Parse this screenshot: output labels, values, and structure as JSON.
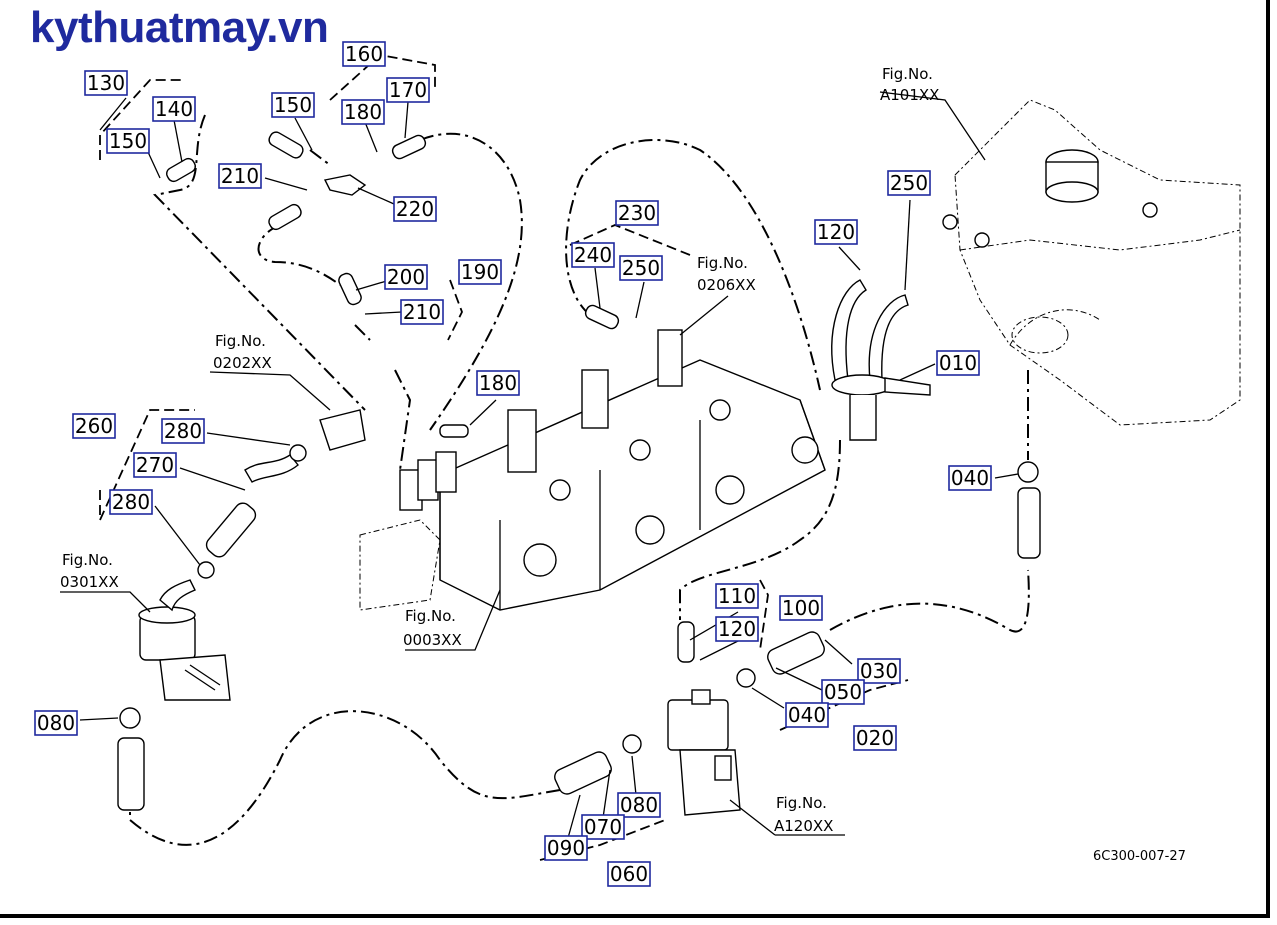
{
  "site": {
    "brand": "kythuatmay.vn"
  },
  "drawing_code": "6C300-007-27",
  "part_labels": [
    {
      "id": "130",
      "text": "130"
    },
    {
      "id": "140",
      "text": "140"
    },
    {
      "id": "150a",
      "text": "150"
    },
    {
      "id": "150b",
      "text": "150"
    },
    {
      "id": "160",
      "text": "160"
    },
    {
      "id": "170",
      "text": "170"
    },
    {
      "id": "180a",
      "text": "180"
    },
    {
      "id": "210a",
      "text": "210"
    },
    {
      "id": "220",
      "text": "220"
    },
    {
      "id": "200",
      "text": "200"
    },
    {
      "id": "190",
      "text": "190"
    },
    {
      "id": "210b",
      "text": "210"
    },
    {
      "id": "230",
      "text": "230"
    },
    {
      "id": "240",
      "text": "240"
    },
    {
      "id": "250a",
      "text": "250"
    },
    {
      "id": "180b",
      "text": "180"
    },
    {
      "id": "120a",
      "text": "120"
    },
    {
      "id": "250b",
      "text": "250"
    },
    {
      "id": "010",
      "text": "010"
    },
    {
      "id": "040a",
      "text": "040"
    },
    {
      "id": "260",
      "text": "260"
    },
    {
      "id": "280a",
      "text": "280"
    },
    {
      "id": "270",
      "text": "270"
    },
    {
      "id": "280b",
      "text": "280"
    },
    {
      "id": "110",
      "text": "110"
    },
    {
      "id": "100",
      "text": "100"
    },
    {
      "id": "120b",
      "text": "120"
    },
    {
      "id": "030",
      "text": "030"
    },
    {
      "id": "050",
      "text": "050"
    },
    {
      "id": "040b",
      "text": "040"
    },
    {
      "id": "020",
      "text": "020"
    },
    {
      "id": "080a",
      "text": "080"
    },
    {
      "id": "080b",
      "text": "080"
    },
    {
      "id": "070",
      "text": "070"
    },
    {
      "id": "090",
      "text": "090"
    },
    {
      "id": "060",
      "text": "060"
    }
  ],
  "figure_refs": [
    {
      "id": "a101",
      "prefix": "Fig.No.",
      "code": "A101XX"
    },
    {
      "id": "0206",
      "prefix": "Fig.No.",
      "code": "0206XX"
    },
    {
      "id": "0202",
      "prefix": "Fig.No.",
      "code": "0202XX"
    },
    {
      "id": "0301",
      "prefix": "Fig.No.",
      "code": "0301XX"
    },
    {
      "id": "0003",
      "prefix": "Fig.No.",
      "code": "0003XX"
    },
    {
      "id": "a120",
      "prefix": "Fig.No.",
      "code": "A120XX"
    }
  ]
}
